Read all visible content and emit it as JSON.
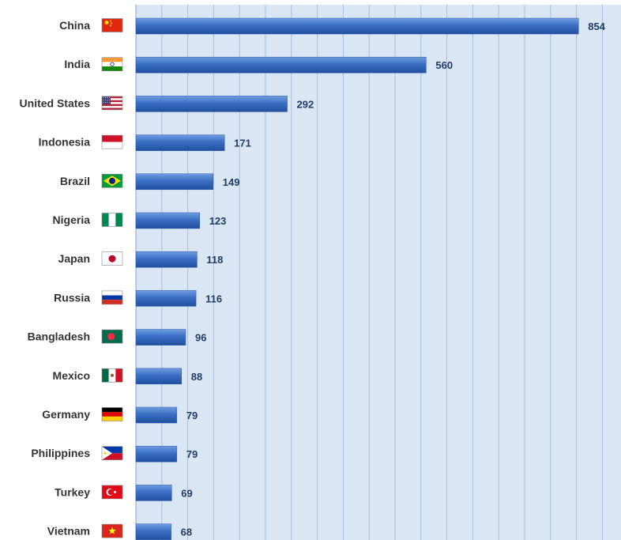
{
  "chart_data": {
    "type": "bar",
    "orientation": "horizontal",
    "categories": [
      "China",
      "India",
      "United States",
      "Indonesia",
      "Brazil",
      "Nigeria",
      "Japan",
      "Russia",
      "Bangladesh",
      "Mexico",
      "Germany",
      "Philippines",
      "Turkey",
      "Vietnam"
    ],
    "values": [
      854,
      560,
      292,
      171,
      149,
      123,
      118,
      116,
      96,
      88,
      79,
      79,
      69,
      68
    ],
    "flags": [
      "china-flag-icon",
      "india-flag-icon",
      "united-states-flag-icon",
      "indonesia-flag-icon",
      "brazil-flag-icon",
      "nigeria-flag-icon",
      "japan-flag-icon",
      "russia-flag-icon",
      "bangladesh-flag-icon",
      "mexico-flag-icon",
      "germany-flag-icon",
      "philippines-flag-icon",
      "turkey-flag-icon",
      "vietnam-flag-icon"
    ],
    "xlim": [
      0,
      900
    ],
    "grid": true,
    "legend": "none",
    "colors": {
      "bar": "#3b6fc4",
      "plot_bg": "#dbe6f4",
      "grid": "#a9bedd",
      "value_text": "#1f3d66",
      "label_text": "#333333"
    }
  }
}
